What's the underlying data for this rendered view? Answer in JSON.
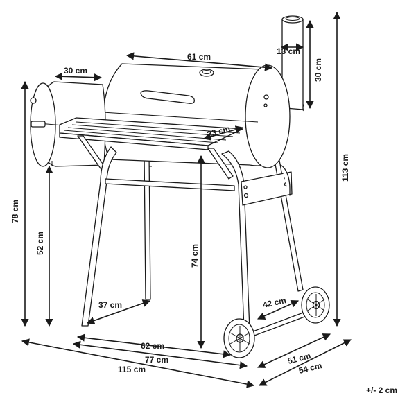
{
  "dimensions": {
    "lid_length": "61 cm",
    "firebox_length": "30 cm",
    "chimney_diameter": "13 cm",
    "chimney_height": "30 cm",
    "shelf_depth": "23 cm",
    "total_height": "113 cm",
    "side_height": "78 cm",
    "shelf_height": "52 cm",
    "grill_height": "74 cm",
    "leg_span_left": "37 cm",
    "leg_span_right": "42 cm",
    "inner_width": "62 cm",
    "base_width": "77 cm",
    "total_width": "115 cm",
    "inner_depth": "51 cm",
    "total_depth": "54 cm"
  },
  "tolerance": "+/- 2 cm",
  "colors": {
    "line": "#1a1a1a",
    "background": "#ffffff",
    "shade": "#e9e9e9"
  }
}
